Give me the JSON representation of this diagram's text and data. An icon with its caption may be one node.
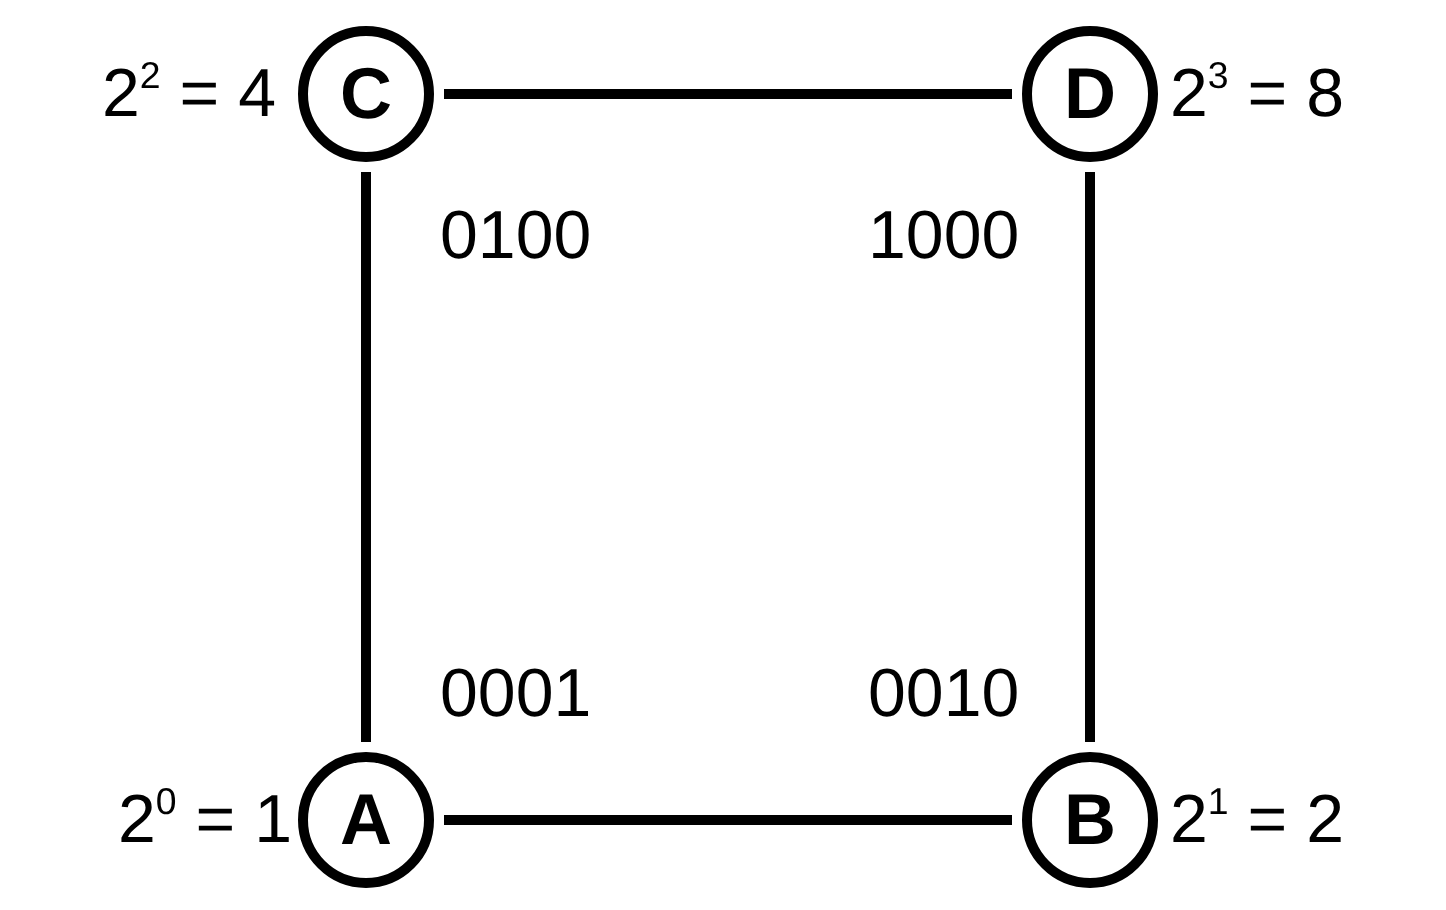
{
  "diagram": {
    "nodes": [
      {
        "text": [
          "C"
        ],
        "beside": [
          "2$^{2}$ = 4",
          "0100"
        ]
      },
      {
        "text": [
          "D"
        ],
        "beside": [
          "2$^{3}$ = 8",
          "1000"
        ]
      },
      {
        "text": [
          "A"
        ],
        "beside": [
          "2$^{0}$ = 1",
          "0001"
        ]
      },
      {
        "text": [
          "B"
        ],
        "beside": [
          "2$^{1}$ = 2",
          "0010"
        ]
      }
    ],
    "edges": [
      {
        "from": 0,
        "to": 1,
        "arrow": "none"
      },
      {
        "from": 0,
        "to": 2,
        "arrow": "none"
      },
      {
        "from": 1,
        "to": 3,
        "arrow": "none"
      },
      {
        "from": 2,
        "to": 3,
        "arrow": "none"
      }
    ]
  }
}
